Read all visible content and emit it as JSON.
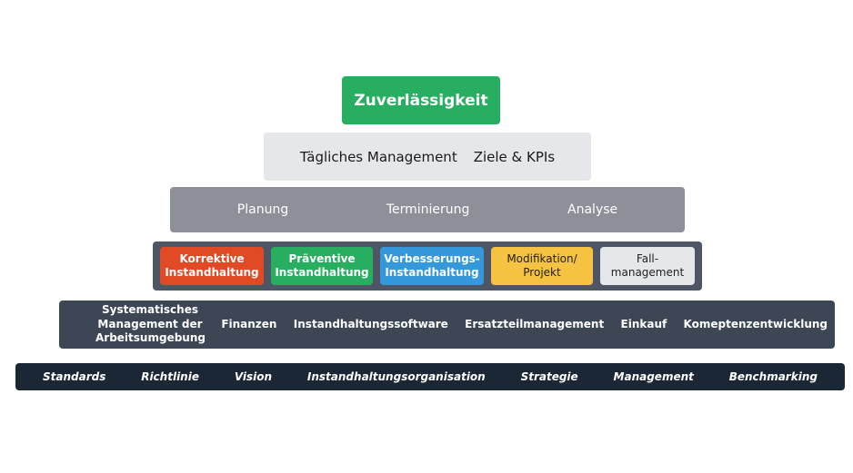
{
  "pyramid": {
    "tier1": [
      "Zuverlässigkeit"
    ],
    "tier2": [
      "Tägliches Management",
      "Ziele & KPIs"
    ],
    "tier3": [
      "Planung",
      "Terminierung",
      "Analyse"
    ],
    "tier4": [
      "Korrektive Instandhaltung",
      "Präventive Instandhaltung",
      "Verbesserungs-Instandhaltung",
      "Modifikation/ Projekt",
      "Fall-management"
    ],
    "tier5": [
      "Systematisches Management der Arbeitsumgebung",
      "Finanzen",
      "Instandhaltungssoftware",
      "Ersatzteilmanagement",
      "Einkauf",
      "Komeptenzentwicklung"
    ],
    "tier6": [
      "Standards",
      "Richtlinie",
      "Vision",
      "Instandhaltungsorganisation",
      "Strategie",
      "Management",
      "Benchmarking"
    ]
  },
  "colors": {
    "tier1": "#27ae60",
    "tier2": "#e6e7ea",
    "tier3": "#8e9099",
    "tier4": "#4e5564",
    "tier5": "#3d4655",
    "tier6": "#1c2735",
    "korrektive": "#e04a25",
    "praeventive": "#27ae60",
    "verbesserungs": "#3498db",
    "modifikation": "#f5c242",
    "fall": "#e6e7ea"
  }
}
